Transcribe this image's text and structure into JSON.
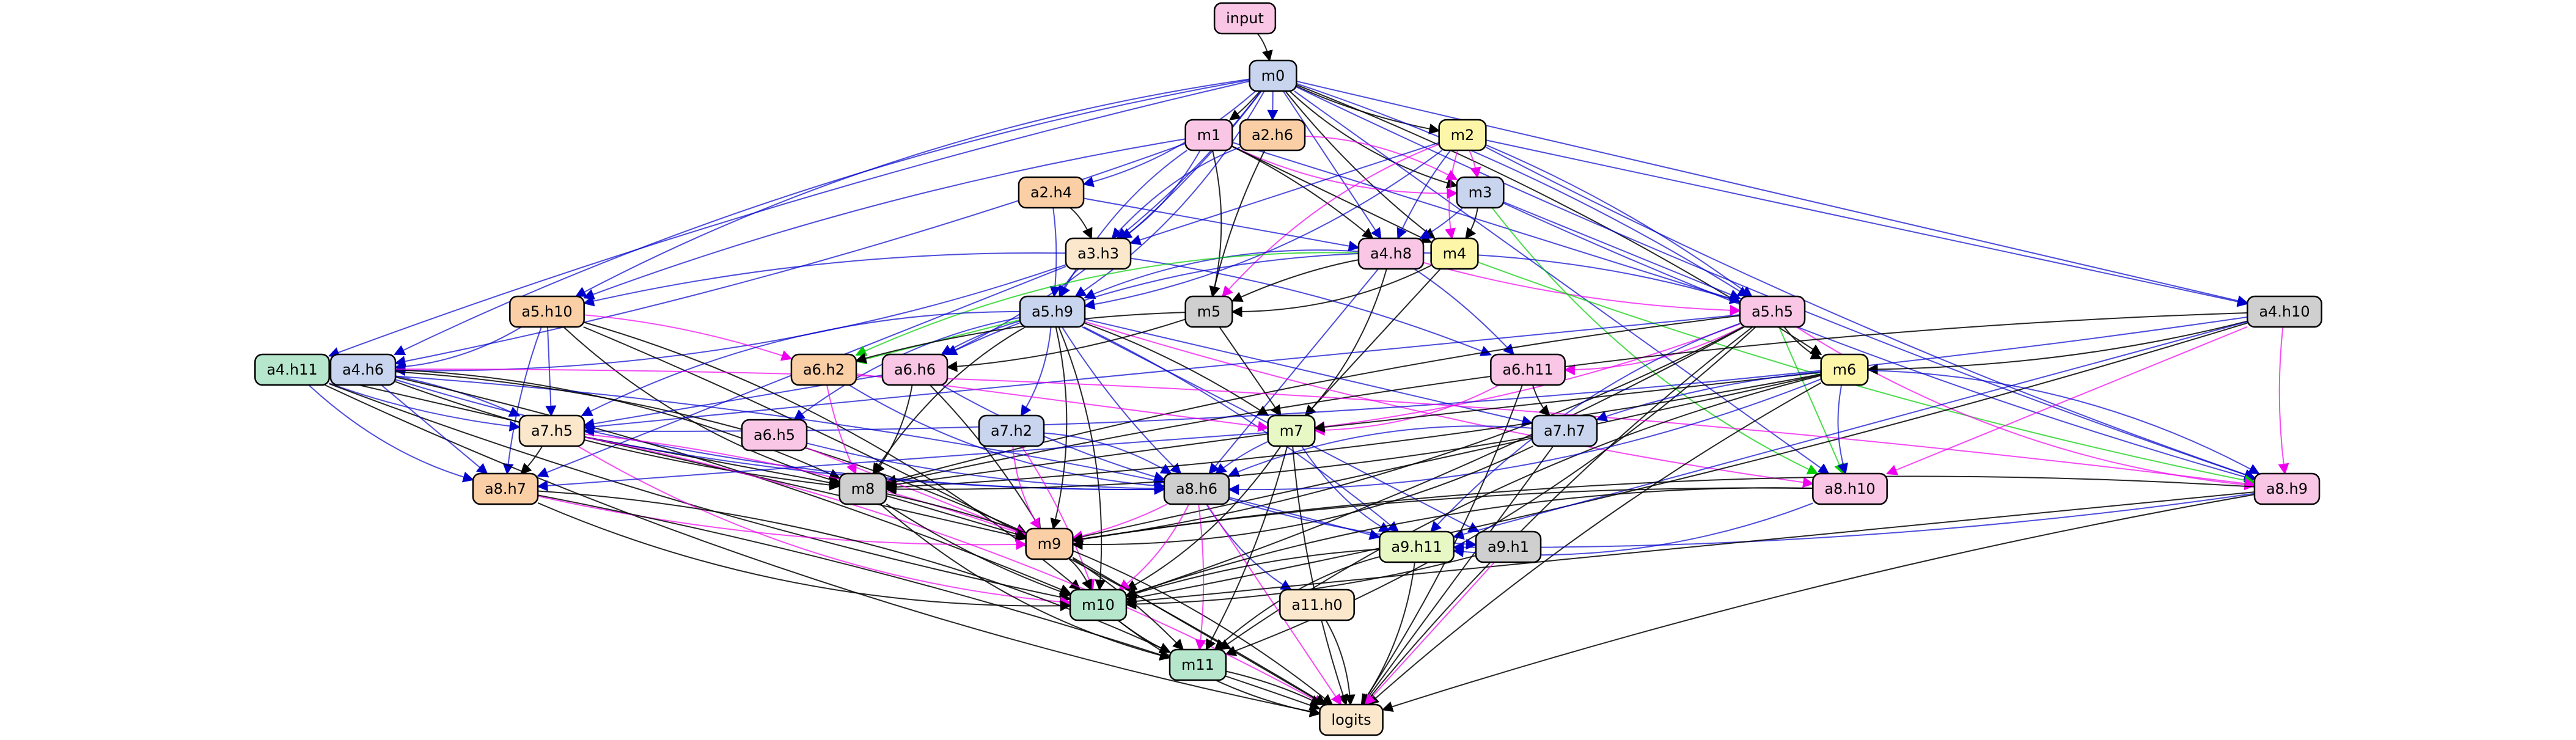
{
  "graph": {
    "palette": {
      "blue": "#c9d5ee",
      "pink": "#f9c6e6",
      "orange": "#fbcfa6",
      "yellow": "#fdf6a8",
      "gray": "#cfcfcf",
      "green": "#b6e6cc",
      "lime": "#e8f8c4",
      "cream": "#fbe8cc",
      "edge_blue": "#0000cc",
      "edge_black": "#000000",
      "edge_magenta": "#ee00ee",
      "edge_green": "#00cc00"
    },
    "nodes": [
      {
        "id": "input",
        "label": "input",
        "color": "pink"
      },
      {
        "id": "m0",
        "label": "m0",
        "color": "blue"
      },
      {
        "id": "m1",
        "label": "m1",
        "color": "pink"
      },
      {
        "id": "a2.h6",
        "label": "a2.h6",
        "color": "orange"
      },
      {
        "id": "m2",
        "label": "m2",
        "color": "yellow"
      },
      {
        "id": "m3",
        "label": "m3",
        "color": "blue"
      },
      {
        "id": "a2.h4",
        "label": "a2.h4",
        "color": "orange"
      },
      {
        "id": "a3.h3",
        "label": "a3.h3",
        "color": "cream"
      },
      {
        "id": "a4.h8",
        "label": "a4.h8",
        "color": "pink"
      },
      {
        "id": "m4",
        "label": "m4",
        "color": "yellow"
      },
      {
        "id": "a5.h10",
        "label": "a5.h10",
        "color": "orange"
      },
      {
        "id": "a5.h9",
        "label": "a5.h9",
        "color": "blue"
      },
      {
        "id": "m5",
        "label": "m5",
        "color": "gray"
      },
      {
        "id": "a5.h5",
        "label": "a5.h5",
        "color": "pink"
      },
      {
        "id": "a4.h10",
        "label": "a4.h10",
        "color": "gray"
      },
      {
        "id": "a4.h11",
        "label": "a4.h11",
        "color": "green"
      },
      {
        "id": "a4.h6",
        "label": "a4.h6",
        "color": "blue"
      },
      {
        "id": "a6.h2",
        "label": "a6.h2",
        "color": "orange"
      },
      {
        "id": "a6.h6",
        "label": "a6.h6",
        "color": "pink"
      },
      {
        "id": "a6.h11",
        "label": "a6.h11",
        "color": "pink"
      },
      {
        "id": "m6",
        "label": "m6",
        "color": "yellow"
      },
      {
        "id": "a7.h5",
        "label": "a7.h5",
        "color": "cream"
      },
      {
        "id": "a6.h5",
        "label": "a6.h5",
        "color": "pink"
      },
      {
        "id": "a7.h2",
        "label": "a7.h2",
        "color": "blue"
      },
      {
        "id": "m7",
        "label": "m7",
        "color": "lime"
      },
      {
        "id": "a7.h7",
        "label": "a7.h7",
        "color": "blue"
      },
      {
        "id": "a8.h7",
        "label": "a8.h7",
        "color": "orange"
      },
      {
        "id": "m8",
        "label": "m8",
        "color": "gray"
      },
      {
        "id": "a8.h6",
        "label": "a8.h6",
        "color": "gray"
      },
      {
        "id": "a8.h10",
        "label": "a8.h10",
        "color": "pink"
      },
      {
        "id": "a8.h9",
        "label": "a8.h9",
        "color": "pink"
      },
      {
        "id": "m9",
        "label": "m9",
        "color": "orange"
      },
      {
        "id": "a9.h11",
        "label": "a9.h11",
        "color": "lime"
      },
      {
        "id": "a9.h1",
        "label": "a9.h1",
        "color": "gray"
      },
      {
        "id": "m10",
        "label": "m10",
        "color": "green"
      },
      {
        "id": "a11.h0",
        "label": "a11.h0",
        "color": "cream"
      },
      {
        "id": "m11",
        "label": "m11",
        "color": "green"
      },
      {
        "id": "logits",
        "label": "logits",
        "color": "cream"
      }
    ],
    "edges": [
      [
        "input",
        "m0",
        "black"
      ],
      [
        "m0",
        "m1",
        "black"
      ],
      [
        "m0",
        "a2.h6",
        "blue"
      ],
      [
        "m0",
        "m2",
        "black"
      ],
      [
        "m0",
        "m3",
        "black"
      ],
      [
        "m0",
        "a2.h4",
        "blue"
      ],
      [
        "m0",
        "a3.h3",
        "blue"
      ],
      [
        "m0",
        "a4.h8",
        "blue"
      ],
      [
        "m0",
        "m4",
        "black"
      ],
      [
        "m0",
        "a5.h10",
        "blue"
      ],
      [
        "m0",
        "a5.h9",
        "blue"
      ],
      [
        "m0",
        "a5.h5",
        "blue"
      ],
      [
        "m0",
        "a4.h10",
        "blue"
      ],
      [
        "m0",
        "a4.h11",
        "blue"
      ],
      [
        "m0",
        "a4.h6",
        "blue"
      ],
      [
        "m0",
        "a6.h6",
        "blue"
      ],
      [
        "m0",
        "m6",
        "black"
      ],
      [
        "m0",
        "a8.h10",
        "blue"
      ],
      [
        "m0",
        "a8.h9",
        "blue"
      ],
      [
        "m1",
        "m3",
        "magenta"
      ],
      [
        "m1",
        "a3.h3",
        "blue"
      ],
      [
        "m1",
        "a4.h8",
        "black"
      ],
      [
        "m1",
        "m4",
        "black"
      ],
      [
        "m1",
        "a5.h10",
        "blue"
      ],
      [
        "m1",
        "a5.h9",
        "blue"
      ],
      [
        "m1",
        "m5",
        "black"
      ],
      [
        "m1",
        "a4.h6",
        "blue"
      ],
      [
        "m1",
        "a5.h5",
        "blue"
      ],
      [
        "a2.h6",
        "m5",
        "black"
      ],
      [
        "a2.h6",
        "a3.h3",
        "blue"
      ],
      [
        "a2.h6",
        "m3",
        "magenta"
      ],
      [
        "m2",
        "m3",
        "magenta"
      ],
      [
        "m2",
        "a3.h3",
        "blue"
      ],
      [
        "m2",
        "a4.h8",
        "blue"
      ],
      [
        "m2",
        "m4",
        "magenta"
      ],
      [
        "m2",
        "a5.h9",
        "blue"
      ],
      [
        "m2",
        "a5.h5",
        "blue"
      ],
      [
        "m2",
        "a4.h10",
        "blue"
      ],
      [
        "m2",
        "a8.h9",
        "blue"
      ],
      [
        "m2",
        "m5",
        "magenta"
      ],
      [
        "m3",
        "m4",
        "black"
      ],
      [
        "m3",
        "a4.h8",
        "blue"
      ],
      [
        "m3",
        "a5.h5",
        "blue"
      ],
      [
        "m3",
        "a8.h9",
        "blue"
      ],
      [
        "m3",
        "a8.h10",
        "green"
      ],
      [
        "a2.h4",
        "a3.h3",
        "black"
      ],
      [
        "a2.h4",
        "a5.h9",
        "blue"
      ],
      [
        "a2.h4",
        "a4.h8",
        "blue"
      ],
      [
        "a3.h3",
        "a5.h10",
        "blue"
      ],
      [
        "a3.h3",
        "a5.h9",
        "blue"
      ],
      [
        "a3.h3",
        "a4.h6",
        "blue"
      ],
      [
        "a3.h3",
        "a6.h11",
        "blue"
      ],
      [
        "a3.h3",
        "a8.h7",
        "blue"
      ],
      [
        "a4.h8",
        "m5",
        "black"
      ],
      [
        "a4.h8",
        "a5.h9",
        "blue"
      ],
      [
        "a4.h8",
        "m7",
        "black"
      ],
      [
        "a4.h8",
        "a6.h11",
        "blue"
      ],
      [
        "a4.h8",
        "a8.h6",
        "blue"
      ],
      [
        "a4.h8",
        "a5.h5",
        "magenta"
      ],
      [
        "a4.h8",
        "a6.h2",
        "green"
      ],
      [
        "m4",
        "m5",
        "black"
      ],
      [
        "m4",
        "a5.h5",
        "blue"
      ],
      [
        "m4",
        "m7",
        "black"
      ],
      [
        "m4",
        "a8.h9",
        "green"
      ],
      [
        "m4",
        "a6.h6",
        "blue"
      ],
      [
        "a5.h10",
        "a4.h6",
        "blue"
      ],
      [
        "a5.h10",
        "a6.h2",
        "magenta"
      ],
      [
        "a5.h10",
        "a7.h5",
        "blue"
      ],
      [
        "a5.h10",
        "a8.h7",
        "blue"
      ],
      [
        "a5.h10",
        "m8",
        "black"
      ],
      [
        "a5.h10",
        "m10",
        "black"
      ],
      [
        "a5.h10",
        "logits",
        "black"
      ],
      [
        "a5.h9",
        "a6.h2",
        "green"
      ],
      [
        "a5.h9",
        "a6.h6",
        "blue"
      ],
      [
        "a5.h9",
        "a6.h5",
        "blue"
      ],
      [
        "a5.h9",
        "a7.h2",
        "blue"
      ],
      [
        "a5.h9",
        "m7",
        "black"
      ],
      [
        "a5.h9",
        "a7.h7",
        "blue"
      ],
      [
        "a5.h9",
        "a8.h6",
        "blue"
      ],
      [
        "a5.h9",
        "m8",
        "black"
      ],
      [
        "a5.h9",
        "m9",
        "black"
      ],
      [
        "a5.h9",
        "a9.h11",
        "blue"
      ],
      [
        "a5.h9",
        "a9.h1",
        "blue"
      ],
      [
        "a5.h9",
        "a8.h10",
        "magenta"
      ],
      [
        "a5.h9",
        "a7.h5",
        "blue"
      ],
      [
        "a5.h9",
        "m10",
        "black"
      ],
      [
        "m5",
        "a6.h6",
        "black"
      ],
      [
        "m5",
        "m7",
        "black"
      ],
      [
        "m5",
        "a6.h2",
        "black"
      ],
      [
        "a5.h5",
        "m6",
        "black"
      ],
      [
        "a5.h5",
        "a6.h11",
        "magenta"
      ],
      [
        "a5.h5",
        "m7",
        "magenta"
      ],
      [
        "a5.h5",
        "a7.h5",
        "blue"
      ],
      [
        "a5.h5",
        "m8",
        "black"
      ],
      [
        "a5.h5",
        "a8.h9",
        "magenta"
      ],
      [
        "a5.h5",
        "m9",
        "black"
      ],
      [
        "a5.h5",
        "m10",
        "black"
      ],
      [
        "a5.h5",
        "a8.h10",
        "green"
      ],
      [
        "a5.h5",
        "logits",
        "black"
      ],
      [
        "a5.h5",
        "a9.h11",
        "blue"
      ],
      [
        "a5.h5",
        "m11",
        "black"
      ],
      [
        "a4.h10",
        "m6",
        "black"
      ],
      [
        "a4.h10",
        "a8.h10",
        "magenta"
      ],
      [
        "a4.h10",
        "a8.h9",
        "magenta"
      ],
      [
        "a4.h10",
        "m8",
        "black"
      ],
      [
        "a4.h10",
        "a7.h5",
        "blue"
      ],
      [
        "a4.h10",
        "m10",
        "black"
      ],
      [
        "a4.h10",
        "a9.h11",
        "blue"
      ],
      [
        "a4.h11",
        "a7.h5",
        "blue"
      ],
      [
        "a4.h11",
        "a8.h7",
        "blue"
      ],
      [
        "a4.h11",
        "m8",
        "black"
      ],
      [
        "a4.h11",
        "a8.h6",
        "blue"
      ],
      [
        "a4.h11",
        "m9",
        "black"
      ],
      [
        "a4.h11",
        "m10",
        "black"
      ],
      [
        "a4.h11",
        "logits",
        "black"
      ],
      [
        "a4.h11",
        "a8.h9",
        "magenta"
      ],
      [
        "a4.h6",
        "a7.h5",
        "blue"
      ],
      [
        "a4.h6",
        "a8.h7",
        "blue"
      ],
      [
        "a4.h6",
        "m8",
        "black"
      ],
      [
        "a4.h6",
        "a8.h6",
        "blue"
      ],
      [
        "a4.h6",
        "m9",
        "black"
      ],
      [
        "a4.h6",
        "m10",
        "black"
      ],
      [
        "a6.h2",
        "m7",
        "magenta"
      ],
      [
        "a6.h2",
        "m8",
        "magenta"
      ],
      [
        "a6.h2",
        "a8.h6",
        "blue"
      ],
      [
        "a6.h6",
        "m8",
        "black"
      ],
      [
        "a6.h6",
        "m9",
        "black"
      ],
      [
        "a6.h6",
        "a7.h5",
        "blue"
      ],
      [
        "a6.h6",
        "a8.h6",
        "blue"
      ],
      [
        "a6.h11",
        "a7.h7",
        "black"
      ],
      [
        "a6.h11",
        "m7",
        "magenta"
      ],
      [
        "a6.h11",
        "logits",
        "black"
      ],
      [
        "m6",
        "m7",
        "black"
      ],
      [
        "m6",
        "a7.h7",
        "blue"
      ],
      [
        "m6",
        "a8.h10",
        "blue"
      ],
      [
        "m6",
        "a8.h9",
        "blue"
      ],
      [
        "m6",
        "m8",
        "black"
      ],
      [
        "m6",
        "m9",
        "black"
      ],
      [
        "m6",
        "logits",
        "black"
      ],
      [
        "m6",
        "m11",
        "black"
      ],
      [
        "m6",
        "a8.h6",
        "blue"
      ],
      [
        "a7.h5",
        "a8.h7",
        "black"
      ],
      [
        "a7.h5",
        "m8",
        "black"
      ],
      [
        "a7.h5",
        "a8.h6",
        "blue"
      ],
      [
        "a7.h5",
        "m10",
        "magenta"
      ],
      [
        "a7.h5",
        "logits",
        "magenta"
      ],
      [
        "a7.h5",
        "m9",
        "magenta"
      ],
      [
        "a6.h5",
        "m9",
        "magenta"
      ],
      [
        "a6.h5",
        "a8.h6",
        "blue"
      ],
      [
        "a7.h2",
        "m9",
        "magenta"
      ],
      [
        "a7.h2",
        "a8.h6",
        "blue"
      ],
      [
        "a7.h2",
        "m10",
        "magenta"
      ],
      [
        "m7",
        "m8",
        "black"
      ],
      [
        "m7",
        "a8.h6",
        "blue"
      ],
      [
        "m7",
        "a9.h11",
        "blue"
      ],
      [
        "m7",
        "m10",
        "black"
      ],
      [
        "m7",
        "m11",
        "black"
      ],
      [
        "m7",
        "a8.h7",
        "blue"
      ],
      [
        "m7",
        "logits",
        "black"
      ],
      [
        "a7.h7",
        "a8.h6",
        "blue"
      ],
      [
        "a7.h7",
        "m9",
        "black"
      ],
      [
        "a7.h7",
        "m8",
        "black"
      ],
      [
        "a7.h7",
        "logits",
        "black"
      ],
      [
        "a8.h7",
        "m9",
        "magenta"
      ],
      [
        "a8.h7",
        "m10",
        "black"
      ],
      [
        "a8.h7",
        "m11",
        "black"
      ],
      [
        "a8.h7",
        "logits",
        "black"
      ],
      [
        "m8",
        "m9",
        "black"
      ],
      [
        "m8",
        "m10",
        "black"
      ],
      [
        "m8",
        "m11",
        "black"
      ],
      [
        "m8",
        "logits",
        "black"
      ],
      [
        "a8.h6",
        "m9",
        "magenta"
      ],
      [
        "a8.h6",
        "a9.h11",
        "blue"
      ],
      [
        "a8.h6",
        "a9.h1",
        "blue"
      ],
      [
        "a8.h6",
        "a11.h0",
        "blue"
      ],
      [
        "a8.h6",
        "m10",
        "magenta"
      ],
      [
        "a8.h6",
        "m11",
        "magenta"
      ],
      [
        "a8.h6",
        "logits",
        "magenta"
      ],
      [
        "a8.h10",
        "m9",
        "black"
      ],
      [
        "a8.h10",
        "m10",
        "black"
      ],
      [
        "a8.h10",
        "a9.h11",
        "blue"
      ],
      [
        "a8.h9",
        "a9.h11",
        "blue"
      ],
      [
        "a8.h9",
        "m10",
        "black"
      ],
      [
        "a8.h9",
        "logits",
        "black"
      ],
      [
        "a8.h9",
        "m9",
        "black"
      ],
      [
        "m9",
        "m10",
        "black"
      ],
      [
        "m9",
        "m11",
        "black"
      ],
      [
        "m9",
        "logits",
        "black"
      ],
      [
        "a9.h11",
        "m10",
        "black"
      ],
      [
        "a9.h11",
        "m11",
        "black"
      ],
      [
        "a9.h11",
        "logits",
        "black"
      ],
      [
        "a9.h1",
        "m10",
        "black"
      ],
      [
        "a9.h1",
        "logits",
        "magenta"
      ],
      [
        "m10",
        "m11",
        "black"
      ],
      [
        "m10",
        "logits",
        "black"
      ],
      [
        "a11.h0",
        "logits",
        "black"
      ],
      [
        "m11",
        "logits",
        "black"
      ]
    ]
  }
}
